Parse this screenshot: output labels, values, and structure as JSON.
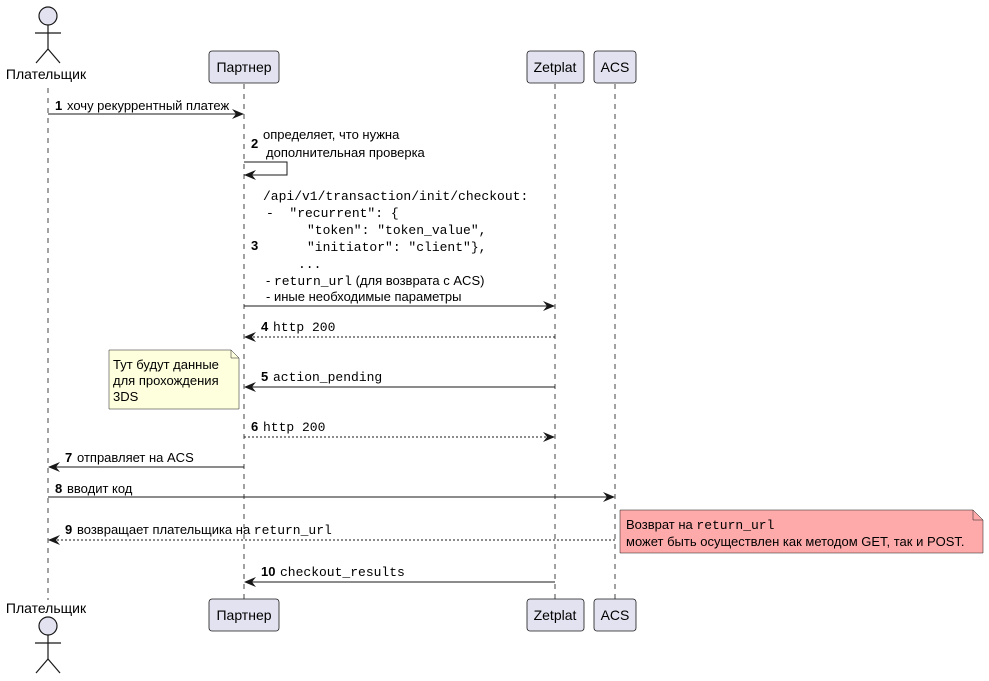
{
  "participants": {
    "payer": "Плательщик",
    "partner": "Партнер",
    "zetplat": "Zetplat",
    "acs": "ACS"
  },
  "messages": [
    {
      "num": "1",
      "text": "хочу рекуррентный платеж"
    },
    {
      "num": "2",
      "line1": "определяет, что нужна",
      "line2": "дополнительная проверка"
    },
    {
      "num": "3",
      "line1": "/api/v1/transaction/init/checkout:",
      "line2": "-  \"recurrent\": {",
      "line3": "\"token\": \"token_value\",",
      "line4": "\"initiator\": \"client\"},",
      "line5": "...",
      "line6_prefix": "- ",
      "line6_code": "return_url",
      "line6_suffix": " (для возврата с ACS)",
      "line7": "- иные необходимые параметры"
    },
    {
      "num": "4",
      "text": "http 200"
    },
    {
      "num": "5",
      "text": "action_pending"
    },
    {
      "num": "6",
      "text": "http 200"
    },
    {
      "num": "7",
      "text": "отправляет на ACS"
    },
    {
      "num": "8",
      "text": "вводит код"
    },
    {
      "num": "9",
      "prefix": "возвращает плательщика на ",
      "code": "return_url"
    },
    {
      "num": "10",
      "text": "checkout_results"
    }
  ],
  "notes": {
    "note_3ds": {
      "line1": "Тут будут данные",
      "line2": "для прохождения",
      "line3": "3DS"
    },
    "note_return": {
      "line1_prefix": "Возврат на ",
      "line1_code": "return_url",
      "line2": "может быть осуществлен как методом GET, так и POST."
    }
  },
  "colors": {
    "participant_fill": "#E2E2F0",
    "participant_border": "#181818",
    "note_yellow": "#FEFFDD",
    "note_red": "#FFAAAA",
    "lifeline": "#181818"
  }
}
